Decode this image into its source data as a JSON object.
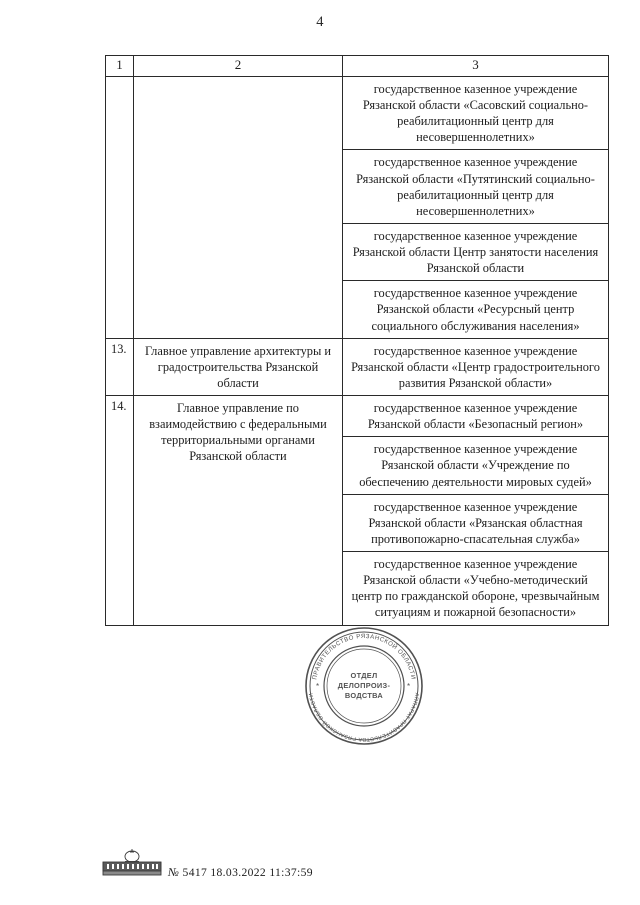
{
  "page": {
    "number": "4"
  },
  "table": {
    "headers": [
      "1",
      "2",
      "3"
    ],
    "rows": [
      {
        "number": "",
        "organization": "",
        "institutions": [
          "государственное казенное учреждение Рязанской области «Сасовский социально-реабилитационный центр для несовершеннолетних»",
          "государственное казенное учреждение Рязанской области «Путятинский социально-реабилитационный центр для несовершеннолетних»",
          "государственное казенное учреждение Рязанской области Центр занятости населения Рязанской области",
          "государственное казенное учреждение Рязанской области «Ресурсный центр социального обслуживания населения»"
        ]
      },
      {
        "number": "13.",
        "organization": "Главное управление архитектуры и градостроительства Рязанской области",
        "institutions": [
          "государственное казенное учреждение Рязанской области «Центр градостроительного развития Рязанской области»"
        ]
      },
      {
        "number": "14.",
        "organization": "Главное управление по взаимодействию с федеральными территориальными органами Рязанской области",
        "institutions": [
          "государственное казенное учреждение Рязанской области «Безопасный регион»",
          "государственное казенное учреждение Рязанской области «Учреждение по обеспечению деятельности мировых судей»",
          "государственное казенное учреждение Рязанской области «Рязанская областная противопожарно-спасательная служба»",
          "государственное казенное учреждение Рязанской области «Учебно-методический центр по гражданской обороне, чрезвычайным ситуациям и пожарной безопасности»"
        ]
      }
    ]
  },
  "stamp": {
    "center_line1": "ОТДЕЛ",
    "center_line2": "ДЕЛОПРОИЗ-",
    "center_line3": "ВОДСТВА",
    "outer_top": "ПРАВИТЕЛЬСТВО РЯЗАНСКОЙ ОБЛАСТИ",
    "outer_bottom": "АППАРАТ ПРАВИТЕЛЬСТВА РЯЗАНСКОЙ ОБЛАСТИ"
  },
  "footer": {
    "registration_symbol": "№",
    "registration_number": "5417",
    "date": "18.03.2022",
    "time": "11:37:59"
  },
  "colors": {
    "ink": "#1d1d1d",
    "border": "#2a2a2a",
    "stamp": "#2c2c2c",
    "paper": "#ffffff"
  }
}
